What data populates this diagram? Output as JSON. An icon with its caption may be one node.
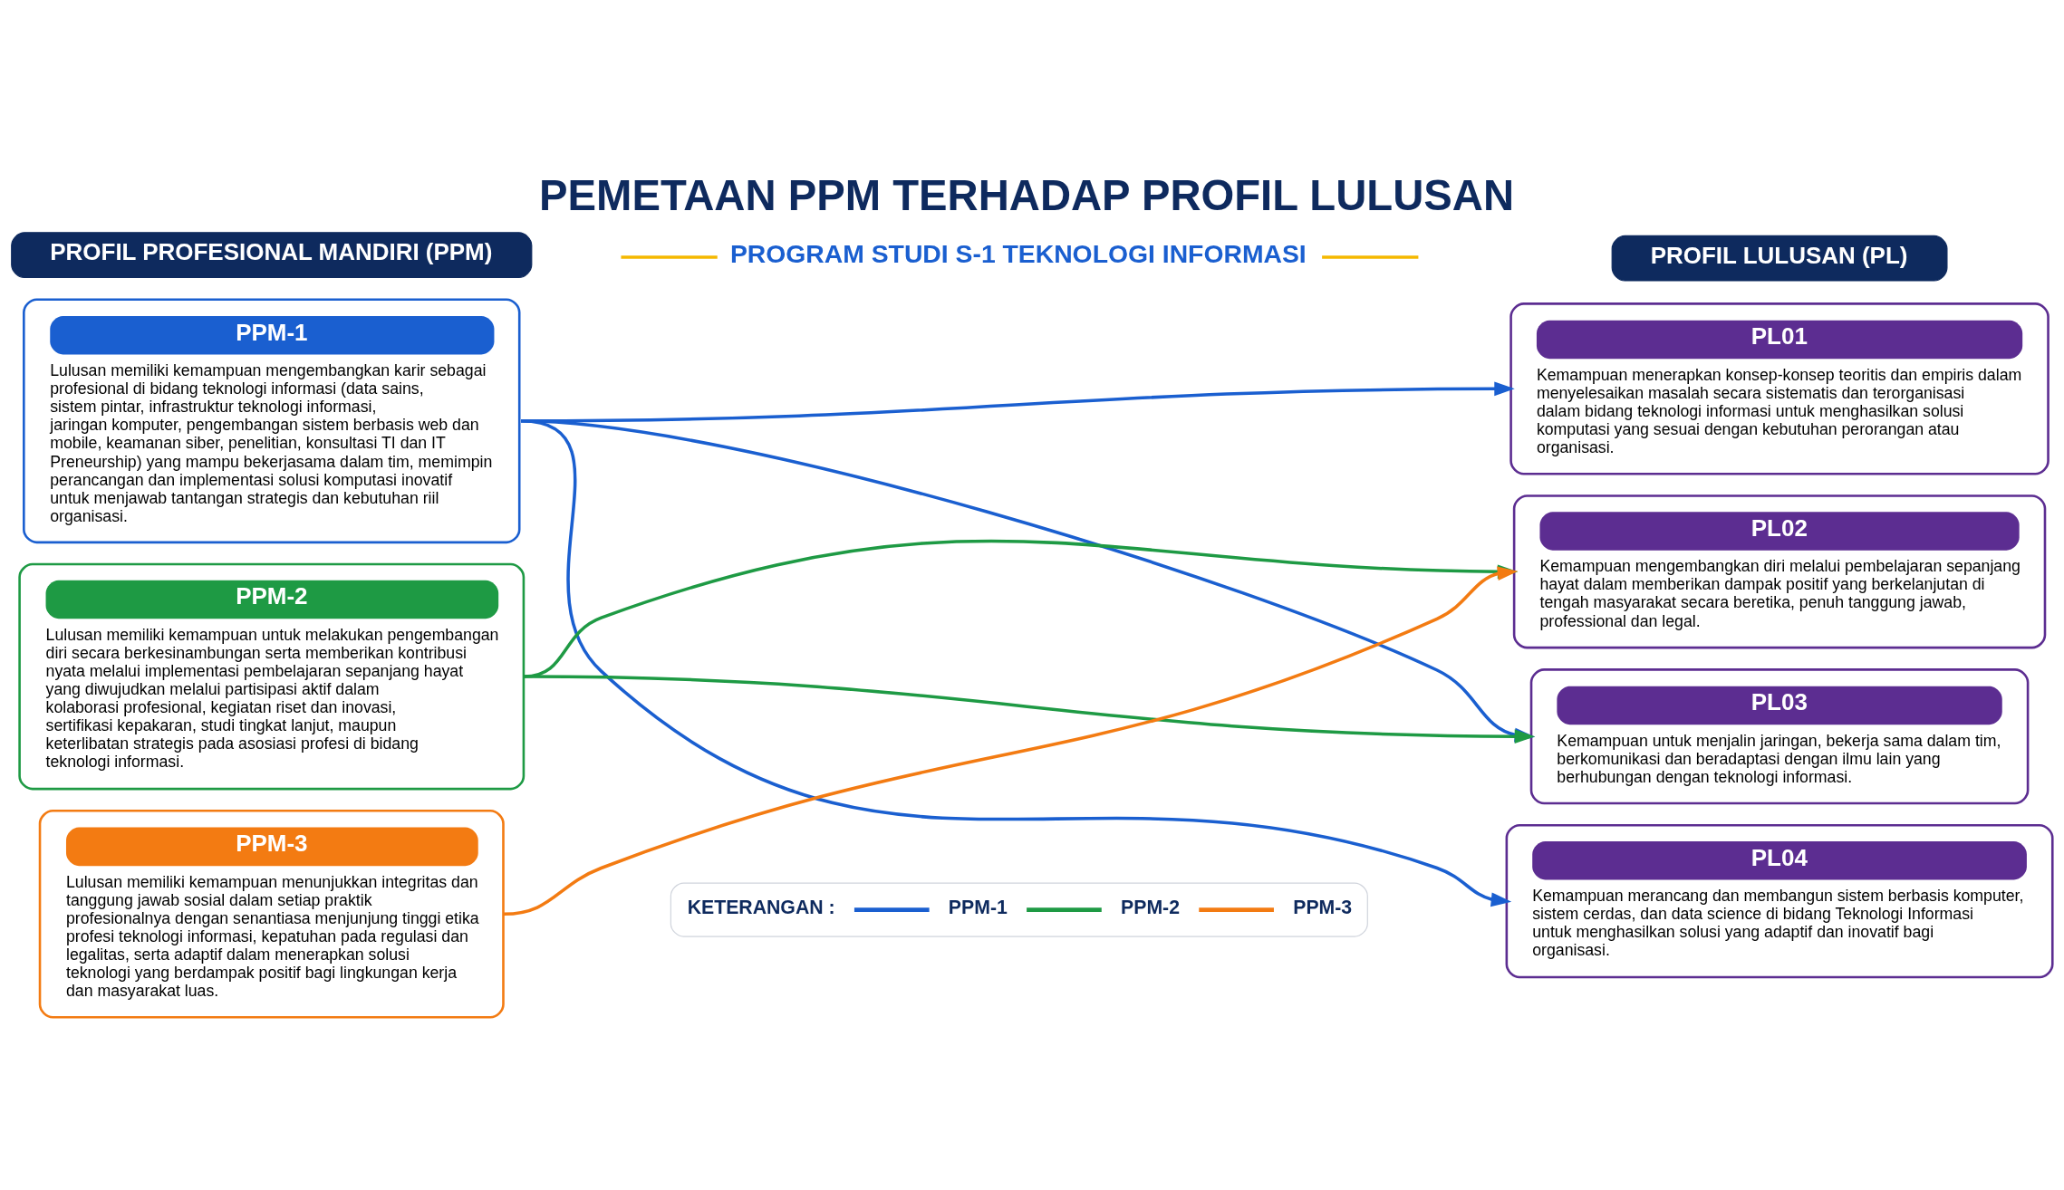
{
  "diagram": {
    "title": "PEMETAAN PPM TERHADAP PROFIL LULUSAN",
    "nodes": [
      {
        "text": [
          "PROFIL PROFESIONAL MANDIRI (PPM)"
        ]
      },
      {
        "text": [
          "PPM-1",
          "Lulusan memiliki kemampuan mengembangkan karir sebagai profesional di bidang teknologi informasi (data sains, sistem pintar, infrastruktur teknologi informasi, jaringan komputer, pengembangan sistem berbasis web dan mobile, keamanan siber, penelitian, konsultasi TI dan IT Preneurship) yang mampu bekerjasama dalam tim, memimpin perancangan dan implementasi solusi komputasi inovatif untuk menjawab tantangan strategis dan kebutuhan riil organisasi."
        ]
      },
      {
        "text": [
          "PPM-2",
          "Lulusan memiliki kemampuan untuk melakukan pengembangan diri secara berkesinambungan serta memberikan kontribusi nyata melalui implementasi pembelajaran sepanjang hayat yang diwujudkan melalui partisipasi aktif dalam kolaborasi profesional, kegiatan riset dan inovasi, sertifikasi kepakaran, studi tingkat lanjut, maupun keterlibatan strategis pada asosiasi profesi di bidang teknologi informasi."
        ]
      },
      {
        "text": [
          "PPM-3",
          "Lulusan memiliki kemampuan menunjukkan integritas dan tanggung jawab sosial dalam setiap praktik profesionalnya dengan senantiasa menjunjung tinggi etika profesi teknologi informasi, kepatuhan pada regulasi dan legalitas, serta adaptif dalam menerapkan solusi teknologi yang berdampak positif bagi lingkungan kerja dan masyarakat luas."
        ]
      },
      {
        "text": [
          "PROFIL LULUSAN (PL)"
        ]
      },
      {
        "text": [
          "PL01",
          "Kemampuan menerapkan konsep-konsep teoritis dan empiris dalam menyelesaikan masalah secara sistematis dan terorganisasi dalam bidang teknologi informasi untuk menghasilkan solusi komputasi yang sesuai dengan kebutuhan perorangan atau organisasi."
        ]
      },
      {
        "text": [
          "PL02",
          "Kemampuan mengembangkan diri melalui pembelajaran sepanjang hayat dalam memberikan dampak positif yang berkelanjutan di tengah masyarakat secara beretika, penuh tanggung jawab, professional dan legal."
        ]
      },
      {
        "text": [
          "PL03",
          "Kemampuan untuk menjalin jaringan, bekerja sama dalam tim, berkomunikasi dan beradaptasi dengan ilmu lain yang berhubungan dengan teknologi informasi."
        ]
      },
      {
        "text": [
          "PL04",
          "Kemampuan merancang dan membangun sistem berbasis komputer, sistem cerdas, dan data science di bidang Teknologi Informasi untuk menghasilkan solusi yang adaptif dan inovatif bagi organisasi."
        ]
      }
    ],
    "edges": [
      {
        "from": 1,
        "to": 5,
        "arrow": "to"
      },
      {
        "from": 1,
        "to": 7,
        "arrow": "to"
      },
      {
        "from": 1,
        "to": 8,
        "arrow": "to"
      },
      {
        "from": 2,
        "to": 6,
        "arrow": "to",
        "color": "#1e9a44"
      },
      {
        "from": 2,
        "to": 7,
        "arrow": "to",
        "color": "#1e9a44"
      },
      {
        "from": 3,
        "to": 6,
        "arrow": "to",
        "color": "#f37b12"
      }
    ],
    "labels": [
      "PROGRAM STUDI S-1 TEKNOLOGI INFORMASI",
      "KETERANGAN :"
    ],
    "legend": [
      {
        "text": "PPM-1",
        "color": "#1a5fd0"
      },
      {
        "text": "PPM-2",
        "color": "#1e9a44"
      },
      {
        "text": "PPM-3",
        "color": "#f37b12"
      }
    ]
  }
}
